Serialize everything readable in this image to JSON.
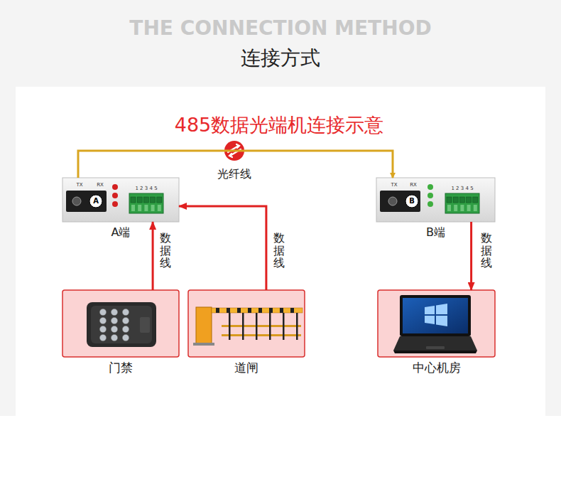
{
  "diagram": {
    "title": "485数据光端机连接示意",
    "nodes": [
      {
        "text": [
          "A端"
        ]
      },
      {
        "text": [
          "B端"
        ]
      },
      {
        "text": [
          "门禁"
        ]
      },
      {
        "text": [
          "道闸"
        ]
      },
      {
        "text": [
          "中心机房"
        ]
      }
    ],
    "edges": [
      {
        "from": 0,
        "to": 1,
        "label": "光纤线",
        "arrow": "to"
      },
      {
        "from": 2,
        "to": 0,
        "label": "数据线",
        "arrow": "to"
      },
      {
        "from": 3,
        "to": 0,
        "label": "数据线",
        "arrow": "to"
      },
      {
        "from": 1,
        "to": 4,
        "label": "数据线",
        "arrow": "to"
      }
    ],
    "labels": [
      "THE CONNECTION METHOD",
      "连接方式",
      "TX",
      "RX",
      "A",
      "1 2 3 4 5",
      "TX",
      "RX",
      "B",
      "1 2 3 4 5"
    ]
  }
}
